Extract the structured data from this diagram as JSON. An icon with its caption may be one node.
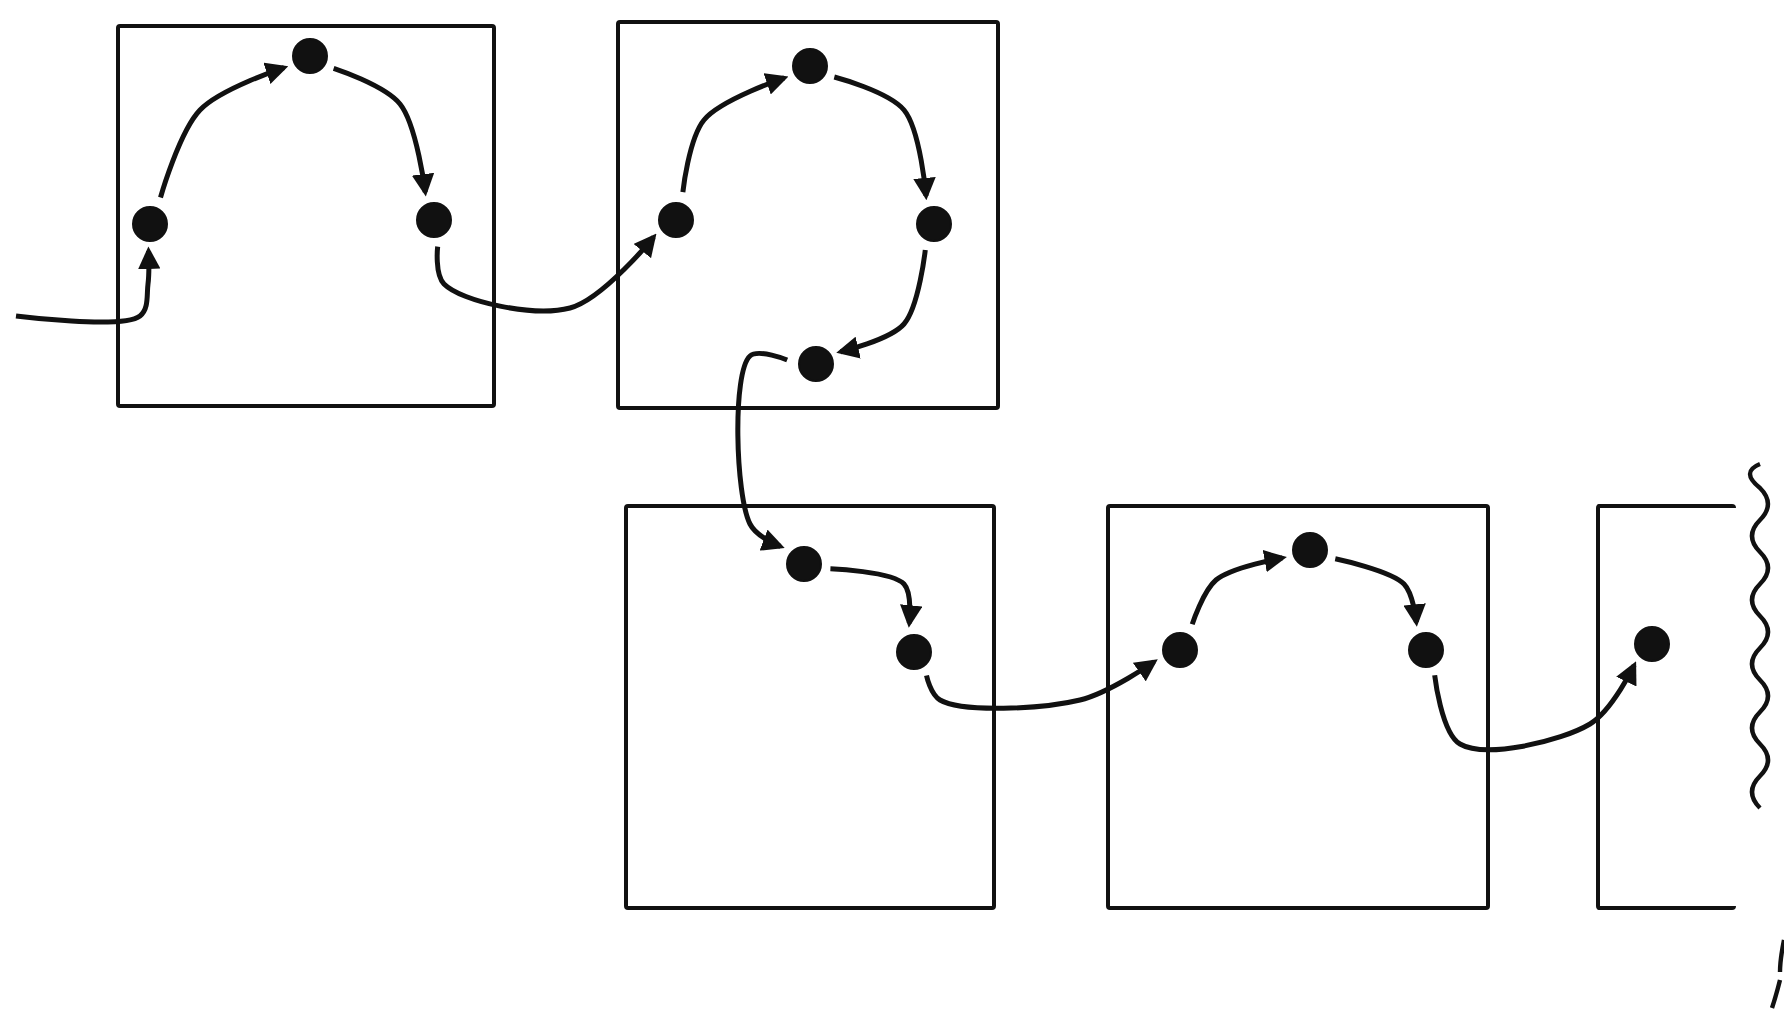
{
  "diagram": {
    "nodes": [
      {
        "text": [],
        "shape": "box"
      },
      {
        "text": [],
        "shape": "circle",
        "in": 0
      },
      {
        "text": [],
        "shape": "circle",
        "in": 0
      },
      {
        "text": [],
        "shape": "circle",
        "in": 0
      },
      {
        "text": [],
        "shape": "box"
      },
      {
        "text": [],
        "shape": "circle",
        "in": 4
      },
      {
        "text": [],
        "shape": "circle",
        "in": 4
      },
      {
        "text": [],
        "shape": "circle",
        "in": 4
      },
      {
        "text": [],
        "shape": "circle",
        "in": 4
      },
      {
        "text": [],
        "shape": "box"
      },
      {
        "text": [],
        "shape": "circle",
        "in": 9
      },
      {
        "text": [],
        "shape": "circle",
        "in": 9
      },
      {
        "text": [],
        "shape": "box"
      },
      {
        "text": [],
        "shape": "circle",
        "in": 12
      },
      {
        "text": [],
        "shape": "circle",
        "in": 12
      },
      {
        "text": [],
        "shape": "circle",
        "in": 12
      },
      {
        "text": [],
        "shape": "box"
      },
      {
        "text": [],
        "shape": "circle",
        "in": 16
      }
    ],
    "edges": [
      {
        "from": null,
        "to": 1,
        "arrow": "to"
      },
      {
        "from": 1,
        "to": 2,
        "arrow": "to"
      },
      {
        "from": 2,
        "to": 3,
        "arrow": "to"
      },
      {
        "from": 3,
        "to": 5,
        "arrow": "to"
      },
      {
        "from": 5,
        "to": 6,
        "arrow": "to"
      },
      {
        "from": 6,
        "to": 7,
        "arrow": "to"
      },
      {
        "from": 7,
        "to": 8,
        "arrow": "to"
      },
      {
        "from": 8,
        "to": 10,
        "arrow": "to"
      },
      {
        "from": 10,
        "to": 11,
        "arrow": "to"
      },
      {
        "from": 11,
        "to": 13,
        "arrow": "to"
      },
      {
        "from": 13,
        "to": 14,
        "arrow": "to"
      },
      {
        "from": 14,
        "to": 15,
        "arrow": "to"
      },
      {
        "from": 15,
        "to": 17,
        "arrow": "to"
      }
    ]
  }
}
